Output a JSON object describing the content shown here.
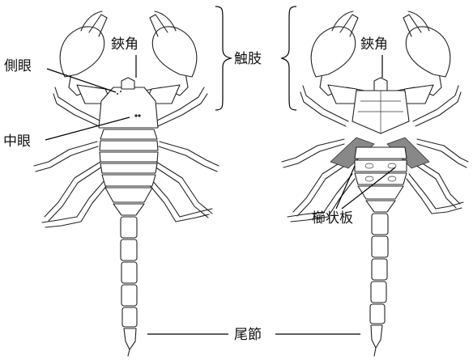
{
  "labels": {
    "chelicera_left": "鋏角",
    "chelicera_right": "鋏角",
    "pedipalp": "触肢",
    "lateral_eyes": "側眼",
    "median_eyes": "中眼",
    "pectines": "櫛状板",
    "tail_segments": "尾節"
  }
}
